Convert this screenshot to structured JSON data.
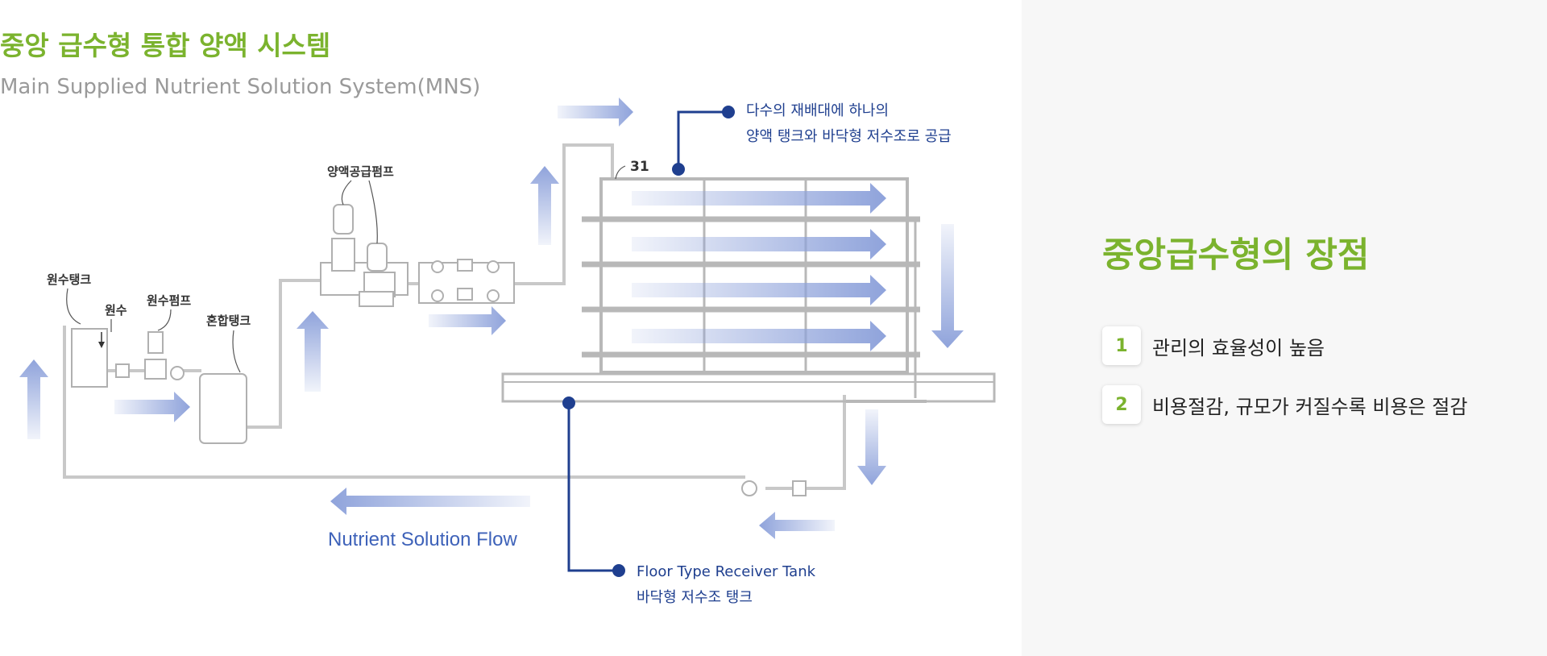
{
  "header": {
    "title": "중앙 급수형 통합 양액 시스템",
    "subtitle": "Main Supplied Nutrient Solution System(MNS)"
  },
  "diagram": {
    "labels": {
      "source_tank": "원수탱크",
      "raw_water": "원수",
      "raw_pump": "원수펌프",
      "mixing_tank": "혼합탱크",
      "supply_pump": "양액공급펌프",
      "pipe_number": "31"
    },
    "callout_top": {
      "line1": "다수의 재배대에 하나의",
      "line2": "양액 탱크와 바닥형 저수조로 공급"
    },
    "callout_bottom": {
      "line1": "Floor Type Receiver Tank",
      "line2": "바닥형 저수조 탱크"
    },
    "flow_label": "Nutrient Solution Flow",
    "colors": {
      "pipe": "#c8c8c8",
      "arrow": "#8fa3db",
      "callout": "#1f3f8f"
    }
  },
  "advantages": {
    "title": "중앙급수형의 장점",
    "items": [
      {
        "num": "1",
        "text": "관리의 효율성이 높음"
      },
      {
        "num": "2",
        "text": "비용절감, 규모가 커질수록 비용은 절감"
      }
    ]
  },
  "colors": {
    "accent": "#7bb32e",
    "right_panel_bg": "#f7f7f7"
  }
}
